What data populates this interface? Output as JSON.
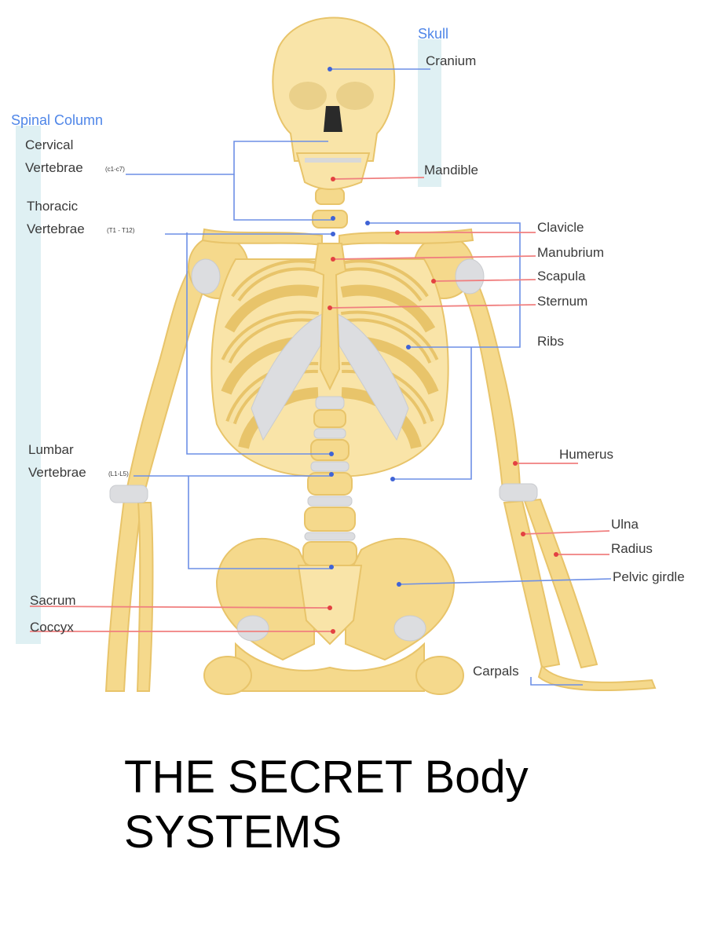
{
  "diagram": {
    "groups": {
      "skull": "Skull",
      "spinal_column": "Spinal Column"
    },
    "labels": {
      "cranium": "Cranium",
      "mandible": "Mandible",
      "cervical": "Cervical",
      "cervical_vertebrae": "Vertebrae",
      "cervical_range": "(c1-c7)",
      "thoracic": "Thoracic",
      "thoracic_vertebrae": "Vertebrae",
      "thoracic_range": "(T1 - T12)",
      "clavicle": "Clavicle",
      "manubrium": "Manubrium",
      "scapula": "Scapula",
      "sternum": "Sternum",
      "ribs": "Ribs",
      "lumbar": "Lumbar",
      "lumbar_vertebrae": "Vertebrae",
      "lumbar_range": "(L1-L5)",
      "humerus": "Humerus",
      "ulna": "Ulna",
      "radius": "Radius",
      "pelvic_girdle": "Pelvic girdle",
      "sacrum": "Sacrum",
      "coccyx": "Coccyx",
      "carpals": "Carpals"
    },
    "colors": {
      "bone": "#f5d98c",
      "cartilage": "#dcdde0",
      "group_label": "#4f86e8",
      "group_bar": "#dff0f3",
      "leader_blue": "#6d8fe6",
      "leader_red": "#f07f7f"
    }
  },
  "caption": {
    "line1": "THE SECRET Body",
    "line2": "SYSTEMS"
  }
}
